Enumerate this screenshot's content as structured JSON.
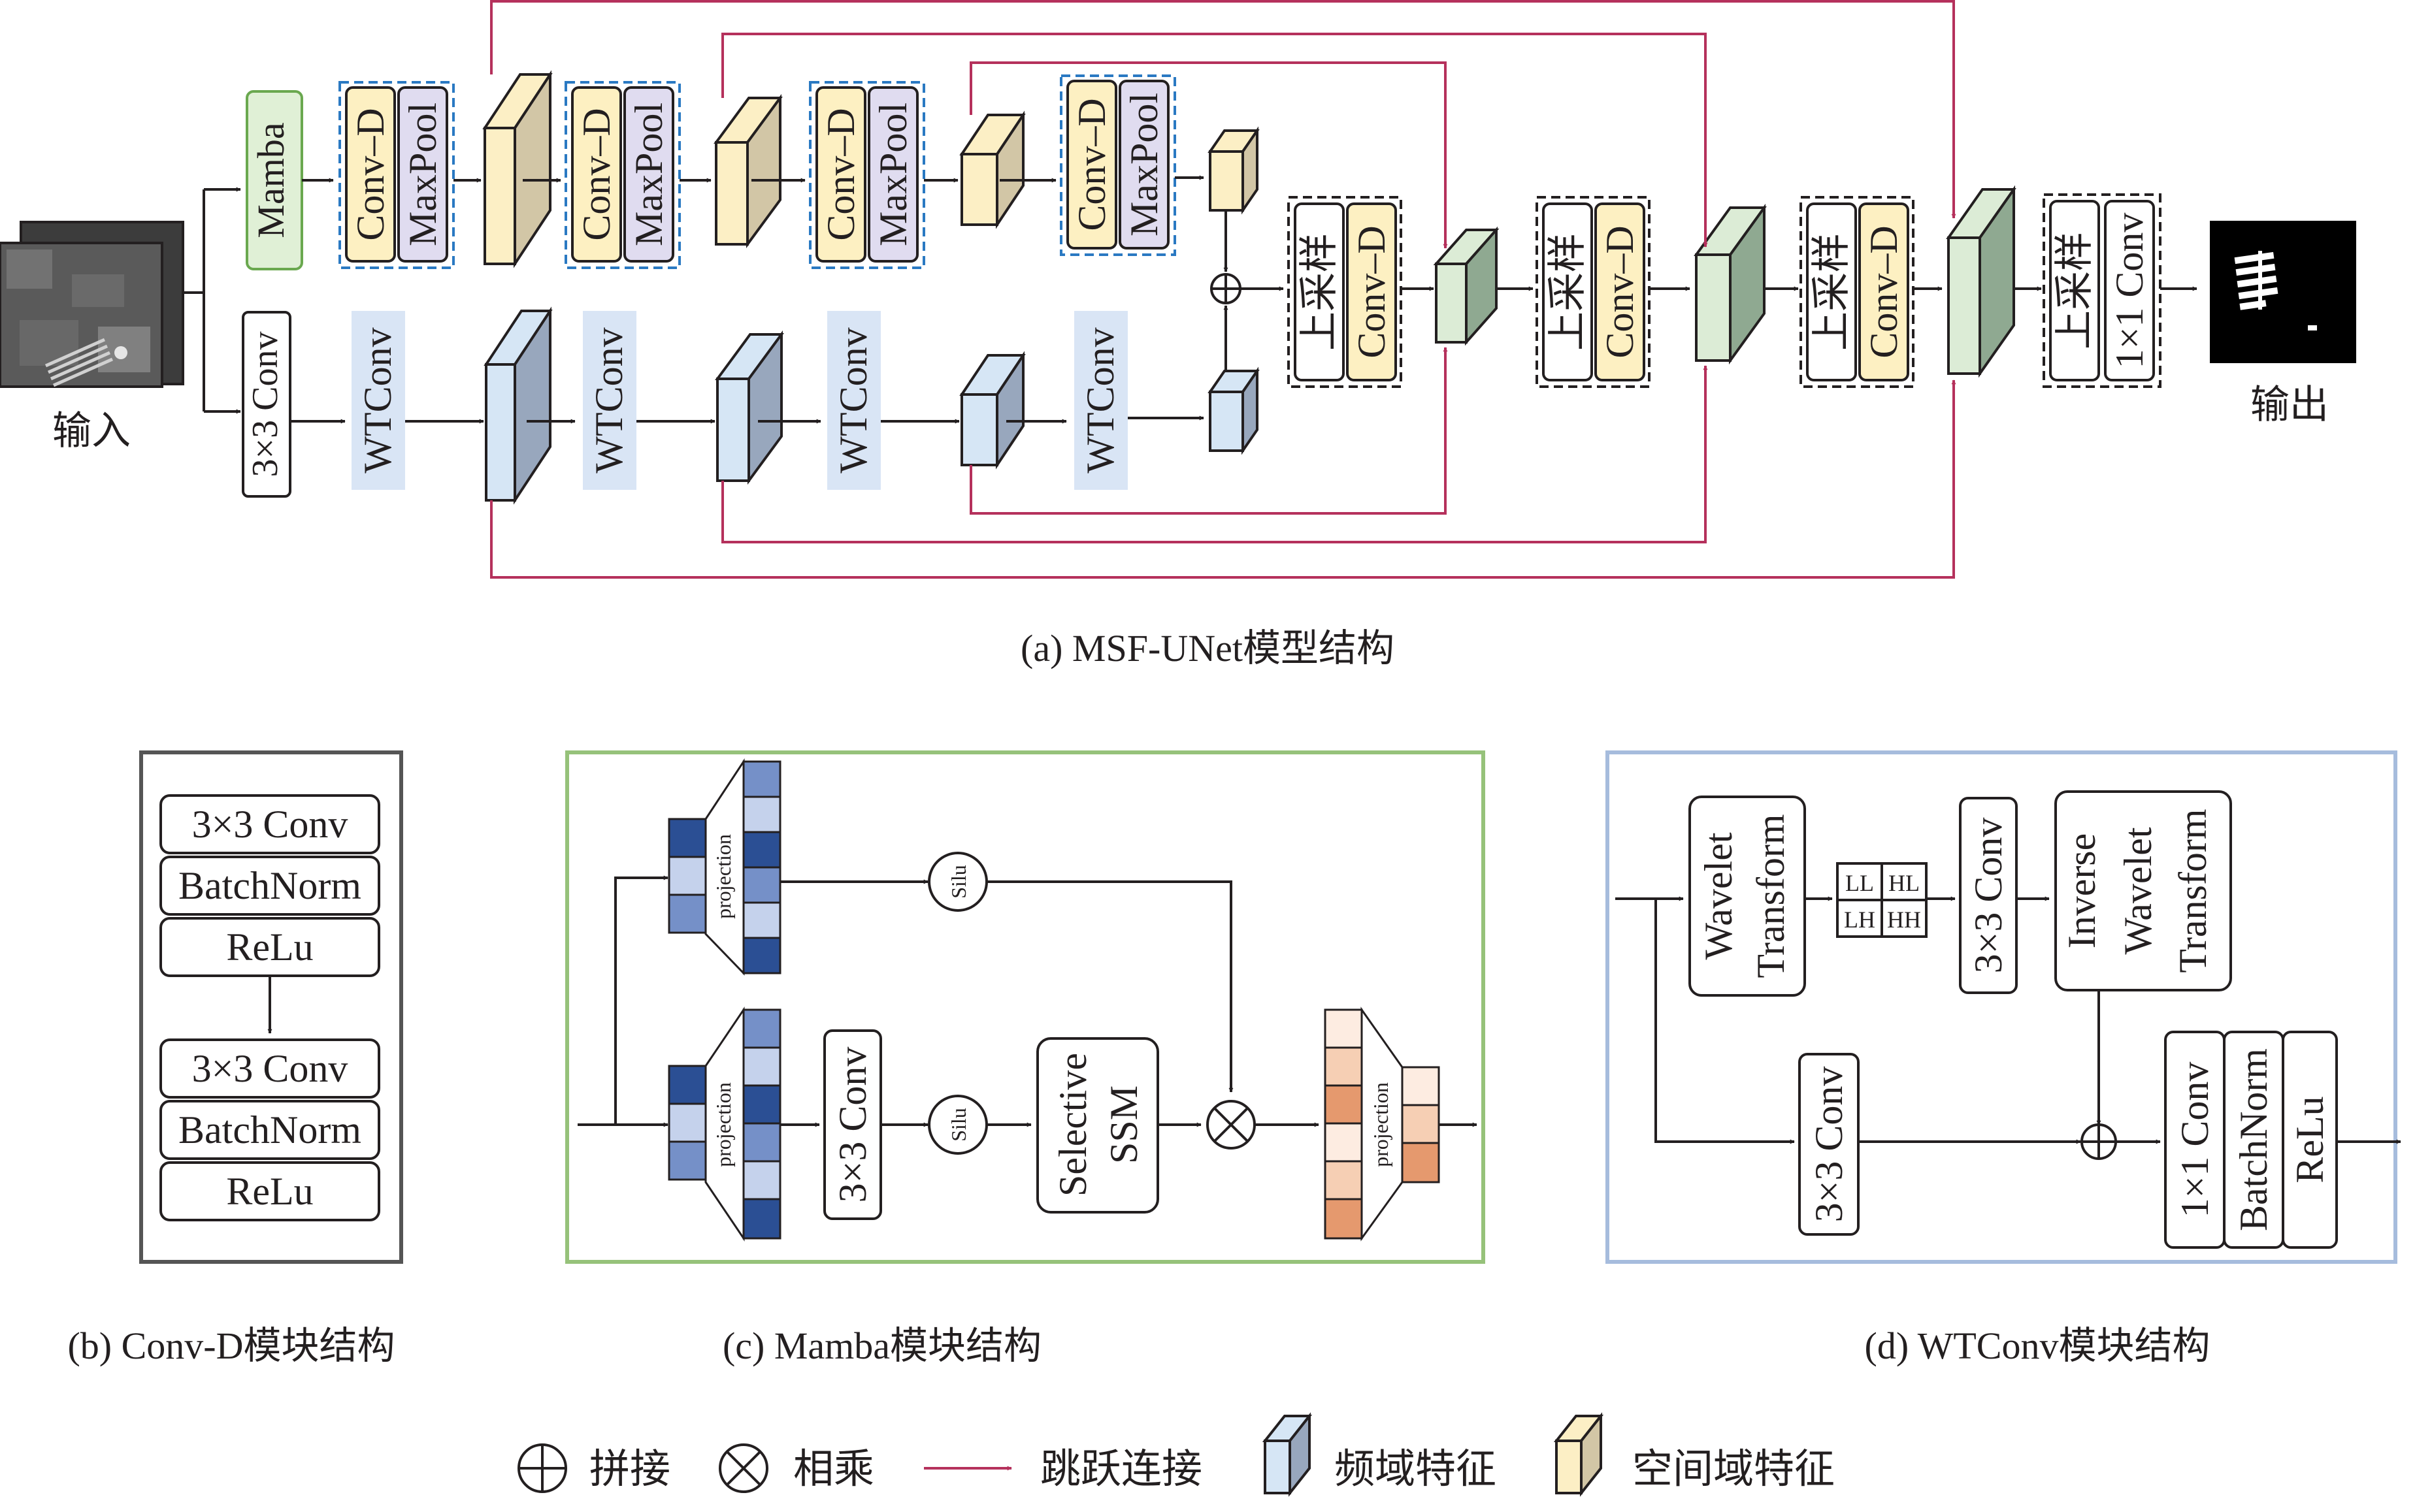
{
  "palette": {
    "ink": "#231f20",
    "skip_connection": "#b5315c",
    "spatial_face": "#fcefc5",
    "spatial_side": "#d2c6a6",
    "frequency_face": "#d6e6f5",
    "frequency_side": "#98a7bd",
    "fusion_face": "#dcecd6",
    "fusion_side": "#8fa991",
    "conv_fill": "#fdf0c2",
    "maxpool_fill": "#e0dcf0",
    "mamba_fill": "#e0f0d6",
    "wtconv_fill": "#d9e5f5",
    "dashed_blue": "#2a79c2",
    "panel_b_border": "#555555",
    "panel_c_border": "#96c27a",
    "panel_d_border": "#a6bcdd",
    "proj_blue_dark": "#2b4f94",
    "proj_blue_mid": "#7590c8",
    "proj_blue_light": "#c5d2ec",
    "proj_orange_dark": "#e5996e",
    "proj_orange_mid": "#f6cfb4",
    "proj_orange_light": "#fdece1"
  },
  "panel_a": {
    "input_label": "输入",
    "output_label": "输出",
    "mamba": "Mamba",
    "conv_d": "Conv–D",
    "maxpool": "MaxPool",
    "conv3x3": "3×3 Conv",
    "wtconv": "WTConv",
    "upsample": "上采样",
    "conv1x1": "1×1 Conv",
    "caption": "(a) MSF-UNet模型结构"
  },
  "panel_b": {
    "conv": "3×3 Conv",
    "bn": "BatchNorm",
    "relu": "ReLu",
    "caption": "(b) Conv-D模块结构"
  },
  "panel_c": {
    "projection": "projection",
    "silu": "Silu",
    "conv": "3×3 Conv",
    "ssm_line1": "Selective",
    "ssm_line2": "SSM",
    "caption": "(c) Mamba模块结构"
  },
  "panel_d": {
    "wt_line1": "Wavelet",
    "wt_line2": "Transform",
    "ll": "LL",
    "hl": "HL",
    "lh": "LH",
    "hh": "HH",
    "conv": "3×3 Conv",
    "iwt_line1": "Inverse",
    "iwt_line2": "Wavelet",
    "iwt_line3": "Transform",
    "conv1x1": "1×1 Conv",
    "bn": "BatchNorm",
    "relu": "ReLu",
    "caption": "(d) WTConv模块结构"
  },
  "legend": {
    "concat": "拼接",
    "multiply": "相乘",
    "skip": "跳跃连接",
    "freq": "频域特征",
    "spatial": "空间域特征"
  }
}
